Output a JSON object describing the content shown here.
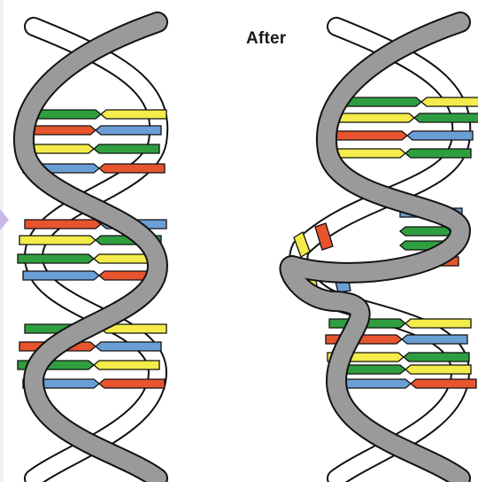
{
  "labels": {
    "after": "After"
  },
  "colors": {
    "backbone_front": "#9a9a9a",
    "backbone_back": "#ffffff",
    "outline": "#111111",
    "green": "#2f9e3f",
    "yellow": "#f4ec4a",
    "red": "#e8542e",
    "blue": "#6a9fd6",
    "background": "#eef3f8"
  },
  "icons": [
    "helix-before",
    "helix-after",
    "broken-bases"
  ]
}
